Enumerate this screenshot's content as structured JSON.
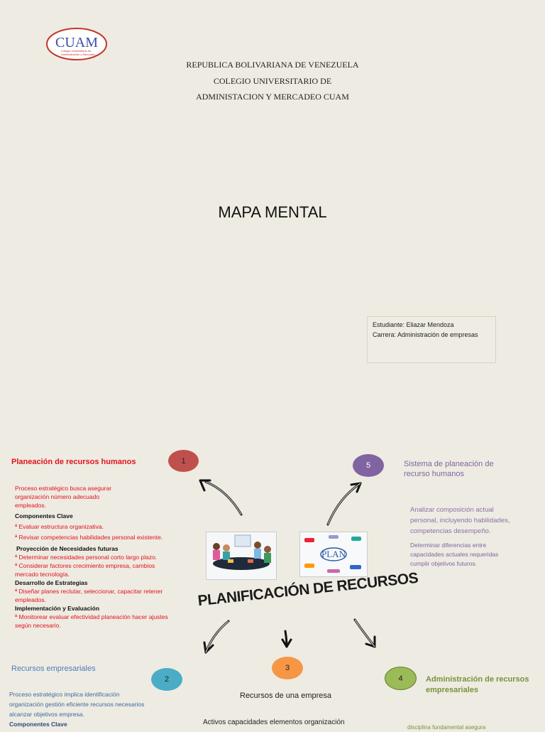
{
  "logo": {
    "letters": "CUAM",
    "caption": "Colegio Universitario de Administración y Mercadeo",
    "color": "#c0392b"
  },
  "header": {
    "line1": "REPUBLICA BOLIVARIANA DE VENEZUELA",
    "line2": "COLEGIO UNIVERSITARIO DE",
    "line3": "ADMINISTACION Y MERCADEO CUAM"
  },
  "title": "MAPA MENTAL",
  "student": {
    "line1": "Estudiante: Eliazar Mendoza",
    "line2": "Carrera: Administración de empresas"
  },
  "center_title": "PLANIFICACIÓN DE RECURSOS",
  "nodes": {
    "n1": {
      "label": "1",
      "color": "#c0504d"
    },
    "n2": {
      "label": "2",
      "color": "#4bacc6"
    },
    "n3": {
      "label": "3",
      "color": "#f79646"
    },
    "n4": {
      "label": "4",
      "color": "#9bbb59"
    },
    "n5": {
      "label": "5",
      "color": "#8064a2"
    }
  },
  "section1": {
    "title": "Planeación de recursos humanos",
    "intro1": "Proceso estratégico busca asegurar",
    "intro2": "organización número adecuado",
    "intro3": "empleados.",
    "h1": "Componentes Clave",
    "b1": "ª Evaluar estructura organizativa.",
    "b2": "ª Revisar competencias habilidades personal existente.",
    "h2": "Proyección de Necesidades futuras",
    "b3": "ª Determinar necesidades personal corto largo plazo.",
    "b4a": "ª Considerar factores crecimiento empresa, cambios",
    "b4b": "mercado tecnología.",
    "h3": "Desarrollo de Estrategias",
    "b5a": "ª Diseñar planes reclutar, seleccionar, capacitar retener",
    "b5b": "empleados.",
    "h4": "Implementación y Evaluación",
    "b6a": "ª Monitorear evaluar efectividad planeación hacer ajustes",
    "b6b": "según necesario."
  },
  "section2": {
    "title": "Recursos empresariales",
    "l1": "Proceso estratégico implica identificación",
    "l2": "organización gestión eficiente recursos necesarios",
    "l3": "alcanzar objetivos empresa.",
    "h1": "Componentes Clave"
  },
  "section3": {
    "title": "Recursos de una empresa",
    "l1": "Activos capacidades elementos organización"
  },
  "section4": {
    "title1": "Administración de recursos",
    "title2": "empresariales",
    "l1": "disciplina fundamental asegura"
  },
  "section5": {
    "title1": "Sistema de planeación de",
    "title2": "recurso humanos",
    "p1a": "Analizar composición actual",
    "p1b": "personal, incluyendo habilidades,",
    "p1c": "competencias desempeño.",
    "p2a": "Determinar diferencias entre",
    "p2b": "capacidades actuales requeridas",
    "p2c": "cumplir objetivos futuros."
  },
  "plan_image": {
    "word": "PLAN"
  }
}
